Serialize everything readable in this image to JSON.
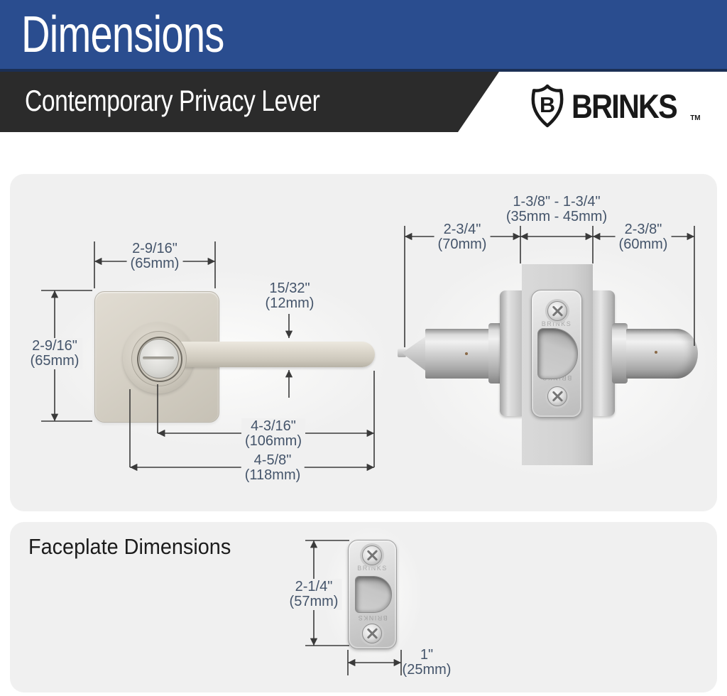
{
  "header": {
    "title": "Dimensions",
    "product": "Contemporary Privacy Lever",
    "brand": {
      "name": "BRINKS",
      "tm": "TM",
      "shield_letter": "B"
    }
  },
  "footer": {
    "title": "Faceplate Dimensions"
  },
  "dims": {
    "rosette_width": {
      "in": "2-9/16\"",
      "mm": "(65mm)"
    },
    "rosette_height": {
      "in": "2-9/16\"",
      "mm": "(65mm)"
    },
    "lever_thickness": {
      "in": "15/32\"",
      "mm": "(12mm)"
    },
    "lever_center_length": {
      "in": "4-3/16\"",
      "mm": "(106mm)"
    },
    "lever_total_length": {
      "in": "4-5/8\"",
      "mm": "(118mm)"
    },
    "exterior_projection": {
      "in": "2-3/4\"",
      "mm": "(70mm)"
    },
    "door_thickness": {
      "in": "1-3/8\" - 1-3/4\"",
      "mm": "(35mm - 45mm)"
    },
    "interior_projection": {
      "in": "2-3/8\"",
      "mm": "(60mm)"
    },
    "faceplate_height": {
      "in": "2-1/4\"",
      "mm": "(57mm)"
    },
    "faceplate_width": {
      "in": "1\"",
      "mm": "(25mm)"
    }
  },
  "embossed": {
    "brand": "BRINKS"
  },
  "colors": {
    "header_blue": "#2a4d8f",
    "header_blue_border": "#1b2f55",
    "banner_black": "#2b2b2b",
    "panel_gray": "#f0f0f0",
    "dim_text": "#44546a",
    "dim_line": "#3a3a3a",
    "brand_black": "#191919"
  }
}
